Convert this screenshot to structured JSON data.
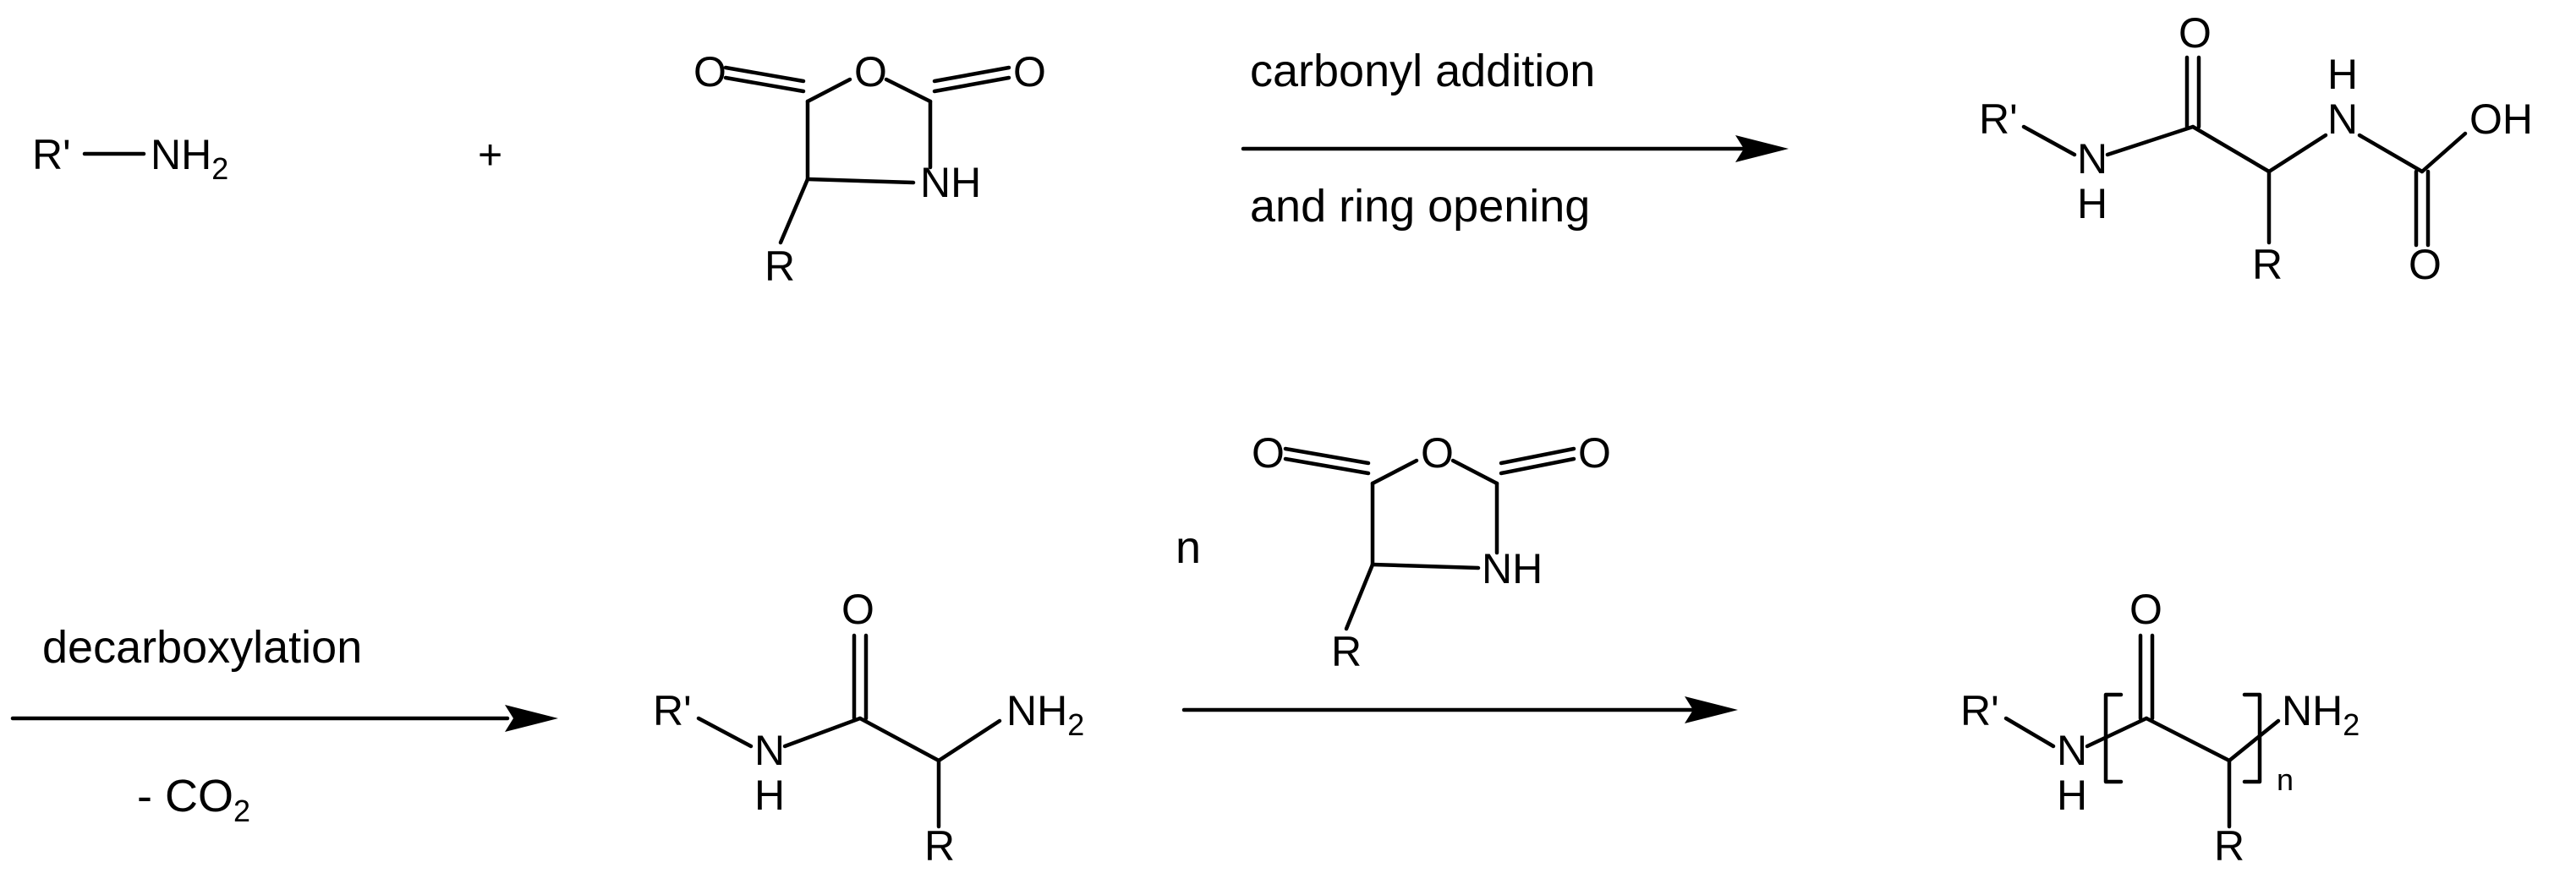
{
  "reagents": {
    "amine": {
      "label": "R'",
      "group": "NH",
      "subscript": "2"
    },
    "plus": "+",
    "nca": {
      "o": "O",
      "nh": "NH",
      "r": "R"
    }
  },
  "arrows": {
    "step1": {
      "top": "carbonyl addition",
      "bottom": "and ring opening"
    },
    "step2": {
      "top": "decarboxylation",
      "bottom_prefix": "- CO",
      "bottom_sub": "2"
    },
    "step3": {
      "coefficient": "n"
    }
  },
  "intermediates": {
    "carbamic_acid": {
      "r_prime": "R'",
      "n": "N",
      "h": "H",
      "o": "O",
      "oh": "OH",
      "r": "R"
    },
    "amine_product": {
      "r_prime": "R'",
      "n": "N",
      "h": "H",
      "o": "O",
      "nh": "NH",
      "subscript": "2",
      "r": "R"
    }
  },
  "polymer": {
    "r_prime": "R'",
    "n": "N",
    "h": "H",
    "o": "O",
    "nh": "NH",
    "subscript": "2",
    "r": "R",
    "repeat": "n"
  }
}
